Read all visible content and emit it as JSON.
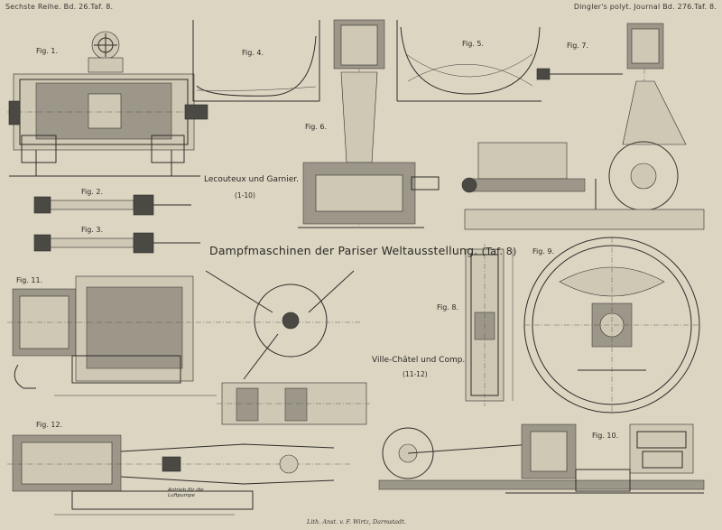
{
  "header": {
    "left": "Sechste Reihe. Bd. 26.Taf. 8.",
    "right": "Dingler's polyt. Journal Bd. 276.Taf. 8."
  },
  "title": {
    "main": "Dampfmaschinen der Pariser Weltausstellung.",
    "sub": "(Taf. 8)"
  },
  "makers": [
    {
      "name": "Lecouteux und Garnier.",
      "range": "(1-10)"
    },
    {
      "name": "Ville-Châtel und Comp.",
      "range": "(11-12)"
    }
  ],
  "figures": [
    "Fig. 1.",
    "Fig. 2.",
    "Fig. 3.",
    "Fig. 4.",
    "Fig. 5.",
    "Fig. 6.",
    "Fig. 7.",
    "Fig. 8.",
    "Fig. 9.",
    "Fig. 10.",
    "Fig. 11.",
    "Fig. 12."
  ],
  "annotations": {
    "fig12_note": "Antrieb für die Luftpumpe"
  },
  "imprint": "Lith. Anst. v. F. Wirtz, Darmstadt.",
  "colors": {
    "paper": "#dcd5c2",
    "ink": "#2e2d29"
  }
}
